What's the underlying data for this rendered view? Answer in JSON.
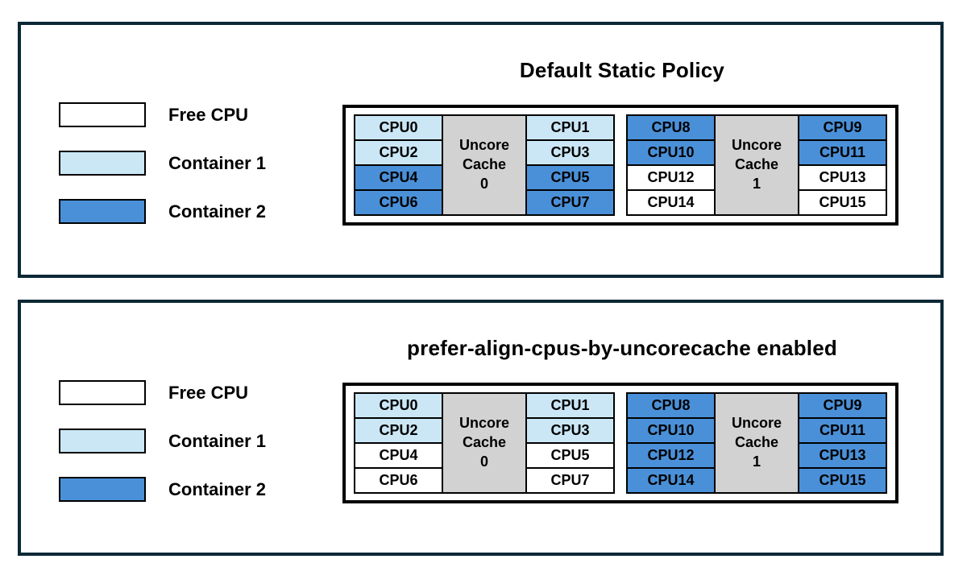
{
  "colors": {
    "free": "#ffffff",
    "container1": "#cbe7f6",
    "container2": "#4a90d8",
    "uncore": "#d2d2d2",
    "panel_border": "#0b2836"
  },
  "legend": {
    "items": [
      {
        "label": "Free CPU",
        "state": "free"
      },
      {
        "label": "Container 1",
        "state": "container1"
      },
      {
        "label": "Container 2",
        "state": "container2"
      }
    ]
  },
  "panels": [
    {
      "title": "Default Static Policy",
      "groups": [
        {
          "uncore": [
            "Uncore",
            "Cache",
            "0"
          ],
          "left": [
            {
              "label": "CPU0",
              "state": "container1"
            },
            {
              "label": "CPU2",
              "state": "container1"
            },
            {
              "label": "CPU4",
              "state": "container2"
            },
            {
              "label": "CPU6",
              "state": "container2"
            }
          ],
          "right": [
            {
              "label": "CPU1",
              "state": "container1"
            },
            {
              "label": "CPU3",
              "state": "container1"
            },
            {
              "label": "CPU5",
              "state": "container2"
            },
            {
              "label": "CPU7",
              "state": "container2"
            }
          ]
        },
        {
          "uncore": [
            "Uncore",
            "Cache",
            "1"
          ],
          "left": [
            {
              "label": "CPU8",
              "state": "container2"
            },
            {
              "label": "CPU10",
              "state": "container2"
            },
            {
              "label": "CPU12",
              "state": "free"
            },
            {
              "label": "CPU14",
              "state": "free"
            }
          ],
          "right": [
            {
              "label": "CPU9",
              "state": "container2"
            },
            {
              "label": "CPU11",
              "state": "container2"
            },
            {
              "label": "CPU13",
              "state": "free"
            },
            {
              "label": "CPU15",
              "state": "free"
            }
          ]
        }
      ]
    },
    {
      "title": "prefer-align-cpus-by-uncorecache enabled",
      "groups": [
        {
          "uncore": [
            "Uncore",
            "Cache",
            "0"
          ],
          "left": [
            {
              "label": "CPU0",
              "state": "container1"
            },
            {
              "label": "CPU2",
              "state": "container1"
            },
            {
              "label": "CPU4",
              "state": "free"
            },
            {
              "label": "CPU6",
              "state": "free"
            }
          ],
          "right": [
            {
              "label": "CPU1",
              "state": "container1"
            },
            {
              "label": "CPU3",
              "state": "container1"
            },
            {
              "label": "CPU5",
              "state": "free"
            },
            {
              "label": "CPU7",
              "state": "free"
            }
          ]
        },
        {
          "uncore": [
            "Uncore",
            "Cache",
            "1"
          ],
          "left": [
            {
              "label": "CPU8",
              "state": "container2"
            },
            {
              "label": "CPU10",
              "state": "container2"
            },
            {
              "label": "CPU12",
              "state": "container2"
            },
            {
              "label": "CPU14",
              "state": "container2"
            }
          ],
          "right": [
            {
              "label": "CPU9",
              "state": "container2"
            },
            {
              "label": "CPU11",
              "state": "container2"
            },
            {
              "label": "CPU13",
              "state": "container2"
            },
            {
              "label": "CPU15",
              "state": "container2"
            }
          ]
        }
      ]
    }
  ]
}
